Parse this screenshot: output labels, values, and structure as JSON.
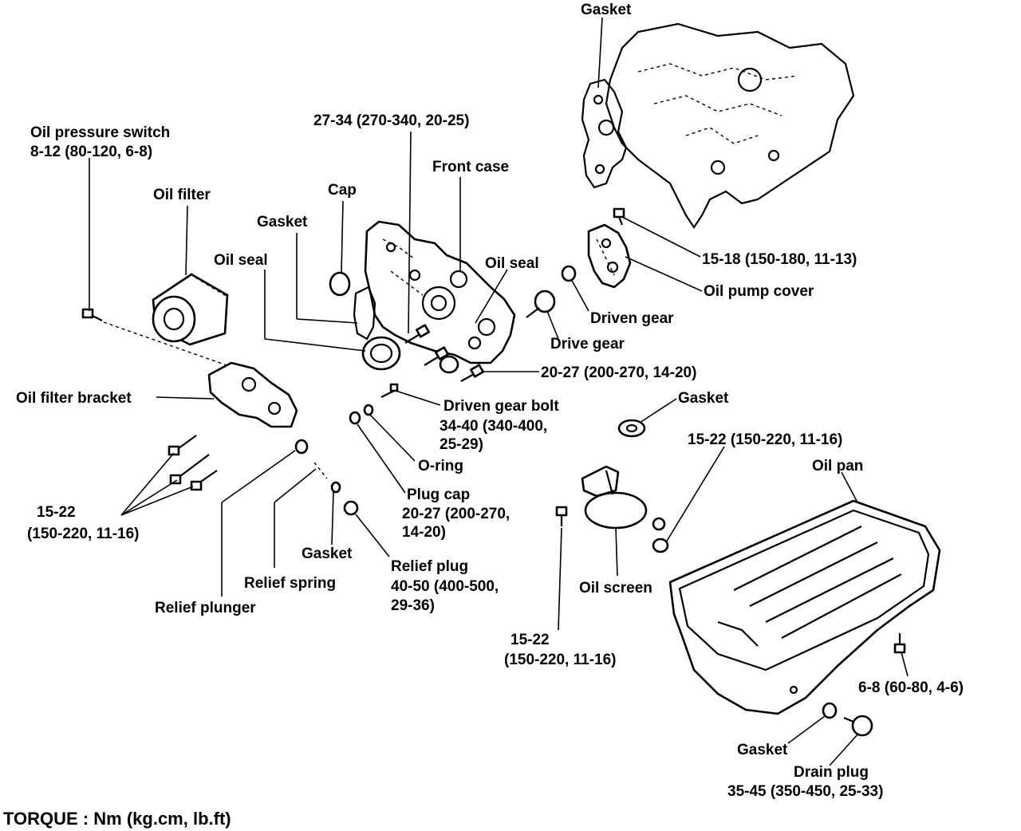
{
  "labels": {
    "gasket_top": "Gasket",
    "torque_27_34": "27-34 (270-340, 20-25)",
    "oil_pressure_switch": "Oil pressure switch",
    "torque_8_12": "8-12 (80-120, 6-8)",
    "front_case": "Front case",
    "oil_filter": "Oil filter",
    "cap": "Cap",
    "gasket_case": "Gasket",
    "oil_seal_left": "Oil seal",
    "oil_seal_right": "Oil seal",
    "torque_15_18": "15-18 (150-180, 11-13)",
    "oil_pump_cover": "Oil pump cover",
    "driven_gear": "Driven gear",
    "drive_gear": "Drive gear",
    "torque_20_27": "20-27 (200-270, 14-20)",
    "oil_filter_bracket": "Oil filter bracket",
    "driven_gear_bolt": "Driven gear bolt",
    "driven_gear_bolt_torque_1": "34-40 (340-400,",
    "driven_gear_bolt_torque_2": "25-29)",
    "gasket_oil_screen": "Gasket",
    "torque_15_22_oilpan": "15-22 (150-220, 11-16)",
    "o_ring": "O-ring",
    "oil_pan": "Oil pan",
    "torque_15_22_left_1": "15-22",
    "torque_15_22_left_2": "(150-220, 11-16)",
    "plug_cap": "Plug cap",
    "plug_cap_torque_1": "20-27 (200-270,",
    "plug_cap_torque_2": "14-20)",
    "gasket_relief": "Gasket",
    "relief_plug": "Relief plug",
    "relief_plug_torque_1": "40-50 (400-500,",
    "relief_plug_torque_2": "29-36)",
    "relief_spring": "Relief spring",
    "oil_screen": "Oil screen",
    "relief_plunger": "Relief plunger",
    "torque_15_22_screen_1": "15-22",
    "torque_15_22_screen_2": "(150-220, 11-16)",
    "torque_6_8": "6-8 (60-80, 4-6)",
    "gasket_drain": "Gasket",
    "drain_plug": "Drain plug",
    "drain_plug_torque": "35-45 (350-450, 25-33)",
    "torque_legend": "TORQUE : Nm (kg.cm, lb.ft)"
  }
}
